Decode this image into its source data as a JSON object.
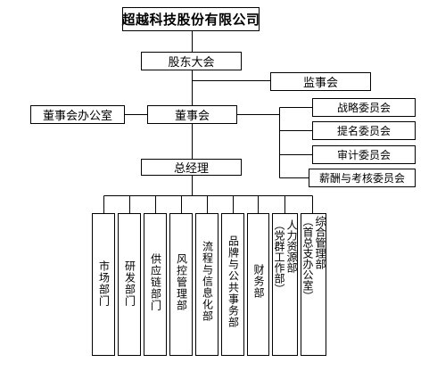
{
  "company": "超越科技股份有限公司",
  "shareholders_meeting": "股东大会",
  "supervisory_board": "监事会",
  "board_of_directors": "董事会",
  "board_office": "董事会办公室",
  "committees": [
    {
      "label": "战略委员会"
    },
    {
      "label": "提名委员会"
    },
    {
      "label": "审计委员会"
    },
    {
      "label": "薪酬与考核委员会"
    }
  ],
  "general_manager": "总经理",
  "departments": [
    {
      "label": "市场部门"
    },
    {
      "label": "研发部门"
    },
    {
      "label": "供应链部门"
    },
    {
      "label": "风控管理部"
    },
    {
      "label": "流程与信息化部"
    },
    {
      "label": "品牌与公共事务部"
    },
    {
      "label": "财务部"
    },
    {
      "label_main": "人力资源部",
      "label_sub": "（党群工作部）"
    },
    {
      "label_main": "综合管理部",
      "label_sub": "（首总支办公室）"
    }
  ]
}
